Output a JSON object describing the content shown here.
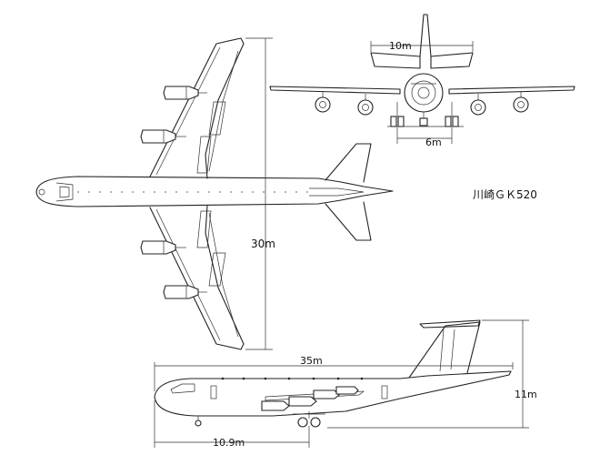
{
  "title": "川崎ＧＫ520",
  "dimensions": {
    "front_tail_span": "10m",
    "front_gear_track": "6m",
    "wingspan": "30m",
    "length": "35m",
    "height": "11m",
    "nose_to_gear": "10.9m"
  },
  "icons": {
    "top_view": "aircraft-top-view-icon",
    "front_view": "aircraft-front-view-icon",
    "side_view": "aircraft-side-view-icon"
  },
  "colors": {
    "line": "#222222",
    "background": "#ffffff"
  }
}
